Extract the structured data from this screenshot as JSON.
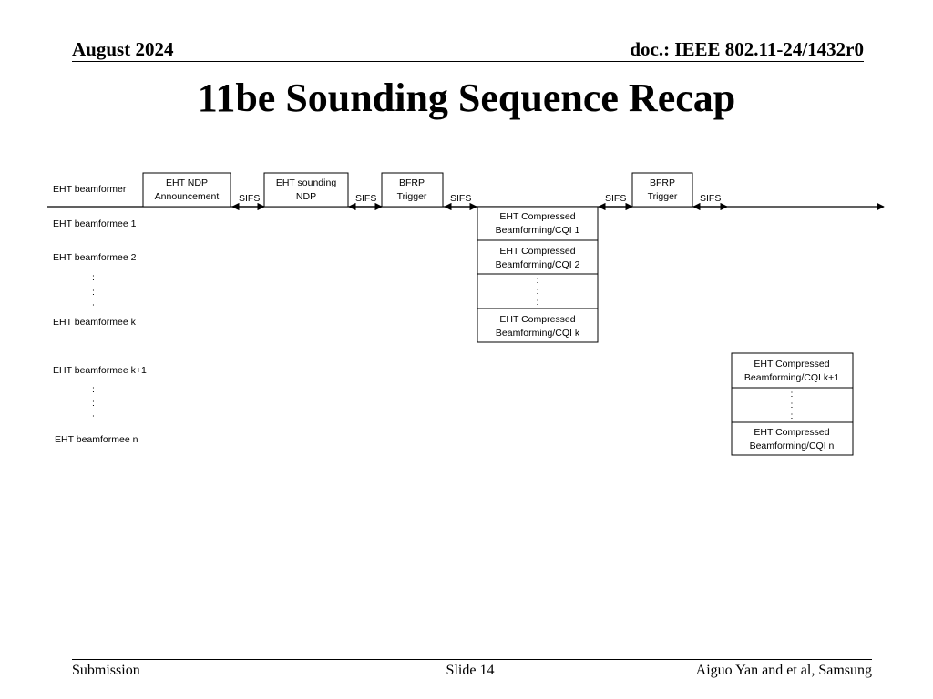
{
  "header": {
    "date": "August 2024",
    "doc": "doc.: IEEE 802.11-24/1432r0"
  },
  "title": "11be Sounding Sequence Recap",
  "diagram": {
    "rows": {
      "beamformer": "EHT beamformer",
      "beamformee_1": "EHT beamformee 1",
      "beamformee_2": "EHT beamformee 2",
      "beamformee_k": "EHT beamformee k",
      "beamformee_k1": "EHT beamformee k+1",
      "beamformee_n": "EHT beamformee n"
    },
    "ellipsis": ":",
    "frames": {
      "ndpa": [
        "EHT NDP",
        "Announcement"
      ],
      "ndp": [
        "EHT sounding",
        "NDP"
      ],
      "bfrp1": [
        "BFRP",
        "Trigger"
      ],
      "bfrp2": [
        "BFRP",
        "Trigger"
      ],
      "cbf_1": [
        "EHT Compressed",
        "Beamforming/CQI 1"
      ],
      "cbf_2": [
        "EHT Compressed",
        "Beamforming/CQI 2"
      ],
      "cbf_k": [
        "EHT Compressed",
        "Beamforming/CQI k"
      ],
      "cbf_k1": [
        "EHT Compressed",
        "Beamforming/CQI k+1"
      ],
      "cbf_n": [
        "EHT Compressed",
        "Beamforming/CQI n"
      ]
    },
    "sifs_label": "SIFS"
  },
  "footer": {
    "left": "Submission",
    "center": "Slide 14",
    "right": "Aiguo Yan and et al, Samsung"
  }
}
